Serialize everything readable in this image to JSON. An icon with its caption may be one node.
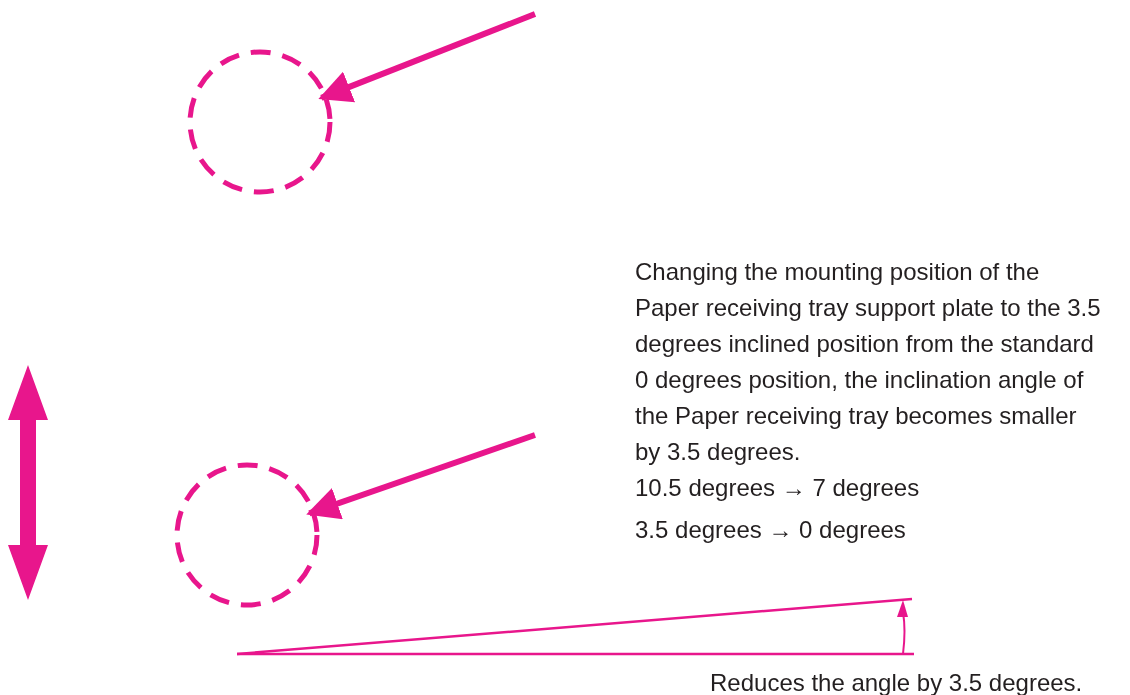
{
  "diagram": {
    "nodes": [
      {
        "text": [],
        "shape": "circle"
      },
      {
        "text": [],
        "shape": "circle"
      }
    ],
    "edges": [
      {
        "from": null,
        "to": 0,
        "arrow": "to"
      },
      {
        "from": null,
        "to": 1,
        "arrow": "to"
      }
    ],
    "labels": [
      "Changing the mounting position of the Paper receiving tray support plate to the 3.5 degrees inclined position from the standard 0 degrees position, the inclination angle of the Paper receiving tray becomes smaller by 3.5 degrees.",
      "10.5 degrees → 7 degrees",
      "3.5 degrees → 0 degrees",
      "Reduces the angle by 3.5 degrees."
    ]
  }
}
